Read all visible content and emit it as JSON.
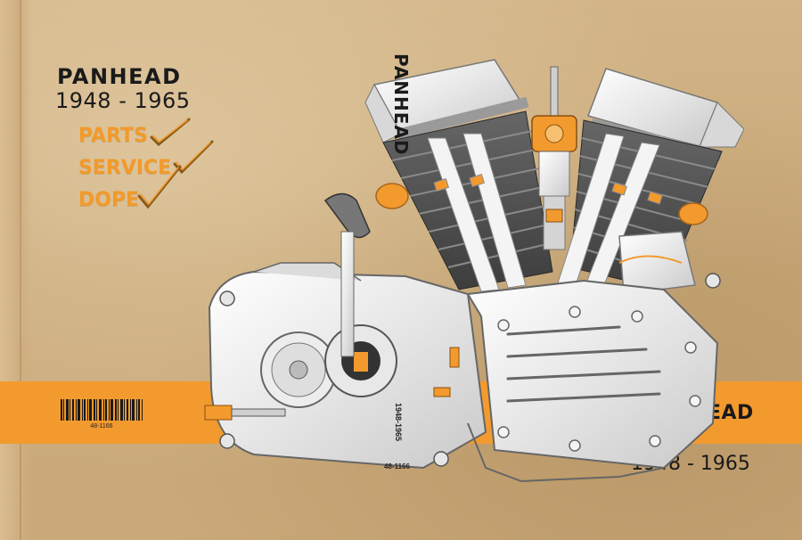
{
  "cover": {
    "title": "PANHEAD",
    "years": "1948 - 1965",
    "checklist": [
      {
        "label": "PARTS"
      },
      {
        "label": "SERVICE"
      },
      {
        "label": "DOPE"
      }
    ],
    "spine_title": "PANHEAD",
    "engine_years_label": "1948-1965",
    "engine_part_label": "48-1166",
    "band": {
      "title": "PANHEAD",
      "barcode_number": "48-1166"
    },
    "bottom_years": "1948 - 1965"
  },
  "colors": {
    "accent_orange": "#f39a2e",
    "text_dark": "#1a1a1a",
    "paper": "#c9aa7c",
    "engine_chrome": "#eeeeee",
    "engine_dark": "#555555"
  }
}
